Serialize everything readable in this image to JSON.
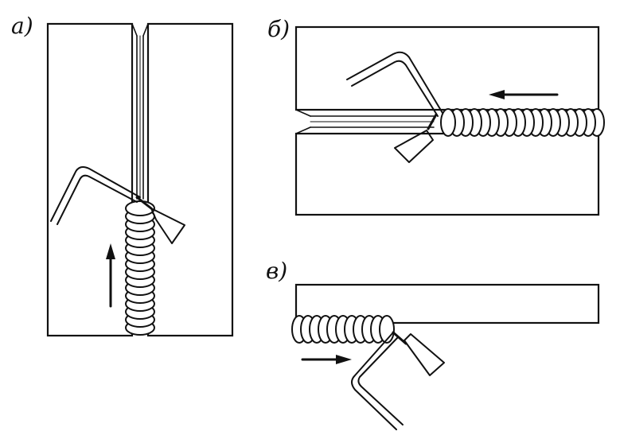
{
  "diagram": {
    "panels": [
      {
        "id": "a",
        "label": "а)"
      },
      {
        "id": "b",
        "label": "б)"
      },
      {
        "id": "c",
        "label": "в)"
      }
    ],
    "colors": {
      "ink": "#111111",
      "paper": "#ffffff"
    },
    "icons": [
      "electrode-holder-icon",
      "direction-arrow-icon"
    ]
  }
}
